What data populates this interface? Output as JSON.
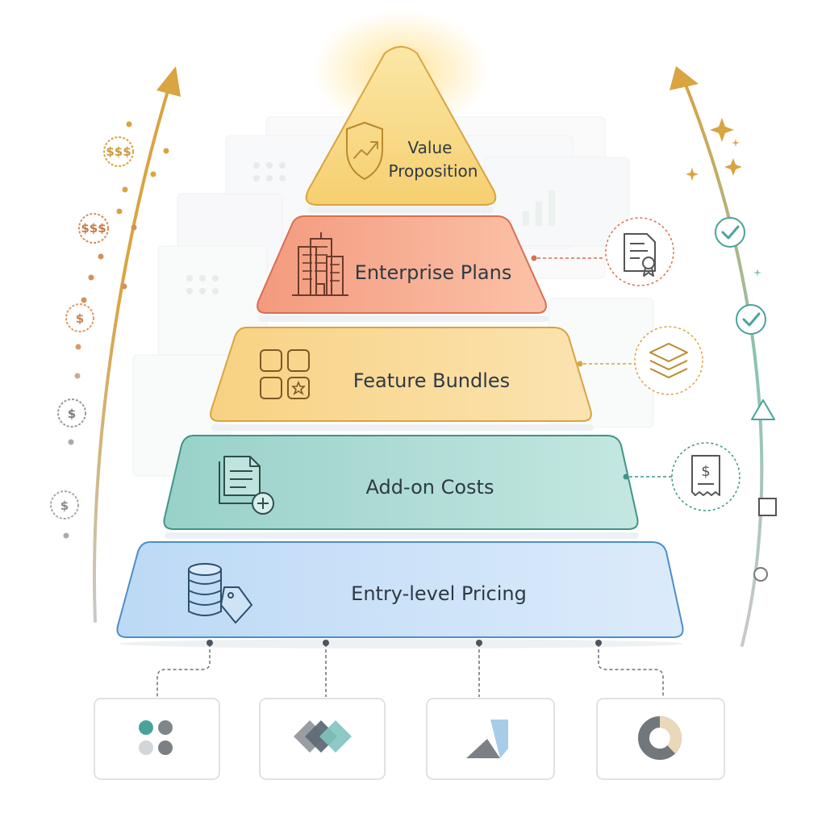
{
  "pyramid": {
    "apex": {
      "line1": "Value",
      "line2": "Proposition"
    },
    "tiers": [
      {
        "label": "Enterprise Plans",
        "icon": "building-icon"
      },
      {
        "label": "Feature Bundles",
        "icon": "grid-star-icon"
      },
      {
        "label": "Add-on Costs",
        "icon": "document-plus-icon"
      },
      {
        "label": "Entry-level Pricing",
        "icon": "database-tag-icon"
      }
    ]
  },
  "left_scale": {
    "coins": [
      {
        "text": "$$$"
      },
      {
        "text": "$$$"
      },
      {
        "text": "$"
      },
      {
        "text": "$"
      },
      {
        "text": "$"
      }
    ]
  },
  "side_badges": [
    "certificate-icon",
    "layers-icon",
    "receipt-dollar-icon"
  ],
  "right_scale_markers": [
    "check-icon",
    "check-icon",
    "triangle-icon",
    "square-icon",
    "circle-icon"
  ],
  "bottom_cards": [
    "dots-grid-icon",
    "overlapping-diamonds-icon",
    "triangle-shapes-icon",
    "donut-chart-icon"
  ],
  "colors": {
    "apex": "#f8d98a",
    "enterprise": "#f6a98d",
    "bundles": "#f9d98e",
    "addon": "#a9d9d2",
    "entry": "#c9e1f7",
    "gold_arrow": "#d9a441",
    "teal": "#4aa39a",
    "gray": "#7a7f85"
  }
}
